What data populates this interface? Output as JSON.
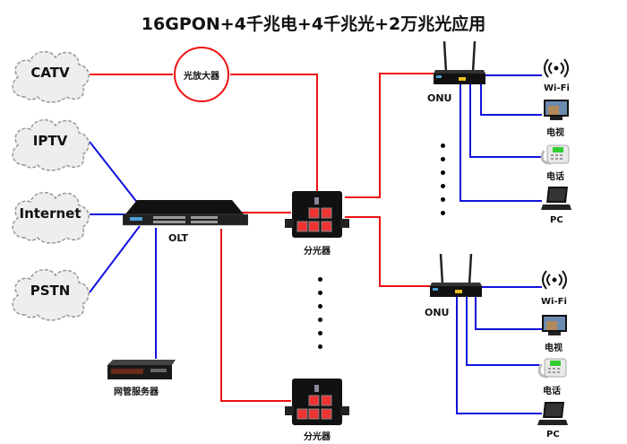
{
  "title": "16GPON+4千兆电+4千兆光+2万兆光应用",
  "clouds": [
    {
      "label": "CATV"
    },
    {
      "label": "IPTV"
    },
    {
      "label": "Internet"
    },
    {
      "label": "PSTN"
    }
  ],
  "amplifier": {
    "label": "光放大器"
  },
  "olt": {
    "label": "OLT"
  },
  "server": {
    "label": "网管服务器"
  },
  "splitters": [
    {
      "label": "分光器"
    },
    {
      "label": "分光器"
    }
  ],
  "onus": [
    {
      "label": "ONU",
      "endpoints": [
        {
          "label": "Wi-Fi"
        },
        {
          "label": "电视"
        },
        {
          "label": "电话"
        },
        {
          "label": "PC"
        }
      ]
    },
    {
      "label": "ONU",
      "endpoints": [
        {
          "label": "Wi-Fi"
        },
        {
          "label": "电视"
        },
        {
          "label": "电话"
        },
        {
          "label": "PC"
        }
      ]
    }
  ],
  "colors": {
    "fiber": "#ee1111",
    "copper": "#1111dd",
    "cloud_fill": "#eeeeee",
    "cloud_border": "#999999"
  }
}
